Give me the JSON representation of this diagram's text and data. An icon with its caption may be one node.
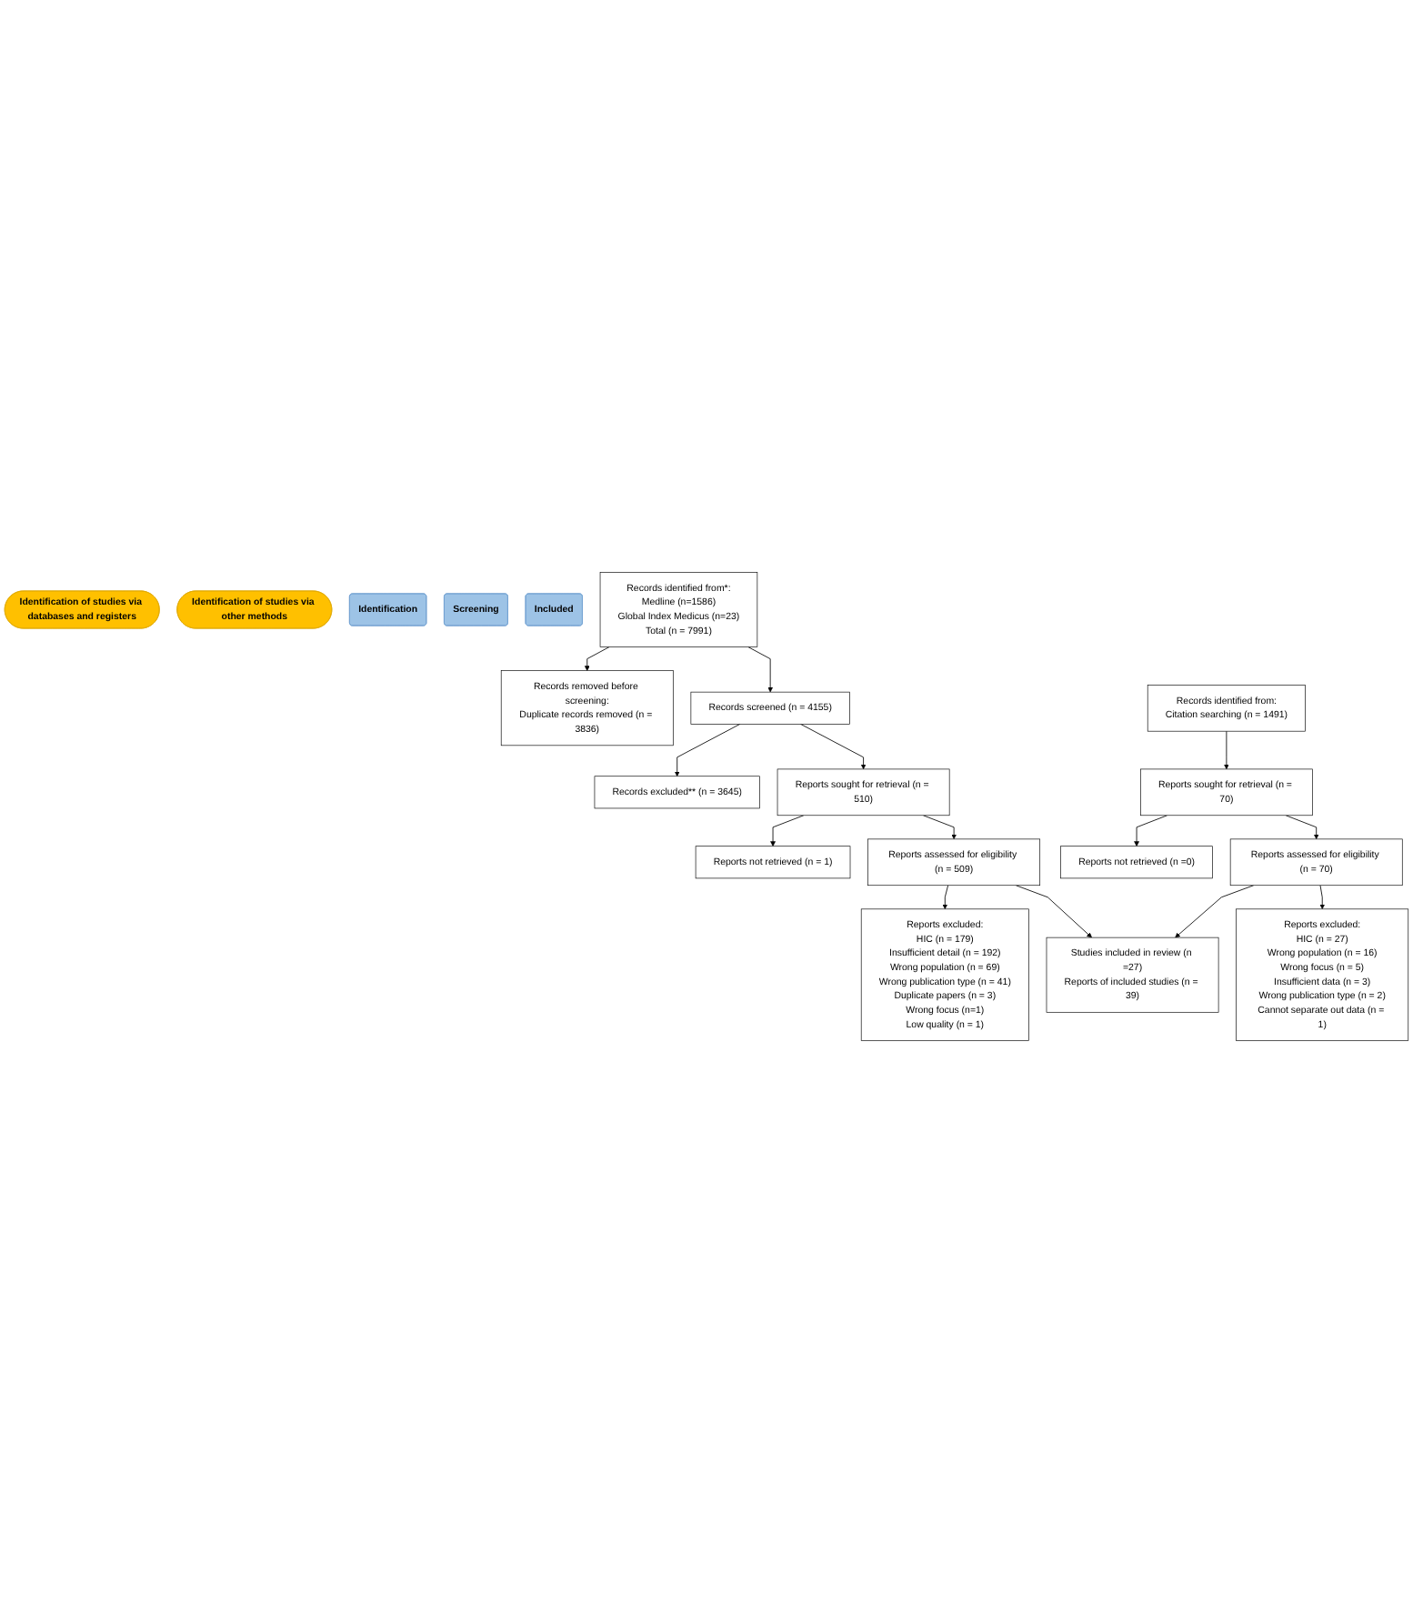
{
  "diagram": {
    "nodes": [
      {
        "text": [
          "Identification of studies via databases and registers"
        ]
      },
      {
        "text": [
          "Identification of studies via other methods"
        ]
      },
      {
        "text": [
          "Identification"
        ]
      },
      {
        "text": [
          "Screening"
        ]
      },
      {
        "text": [
          "Included"
        ]
      },
      {
        "text": [
          "Records identified from*:",
          "Medline (n=1586)",
          "Global Index Medicus (n=23)",
          "Total (n = 7991)"
        ]
      },
      {
        "text": [
          "Records removed before screening:",
          "Duplicate records removed (n = 3836)"
        ]
      },
      {
        "text": [
          "Records screened (n = 4155)"
        ]
      },
      {
        "text": [
          "Records excluded** (n = 3645)"
        ]
      },
      {
        "text": [
          "Reports sought for retrieval (n = 510)"
        ]
      },
      {
        "text": [
          "Reports not retrieved (n = 1)"
        ]
      },
      {
        "text": [
          "Reports assessed for eligibility (n = 509)"
        ]
      },
      {
        "text": [
          "Reports excluded:",
          "HIC (n = 179)",
          "Insufficient detail (n = 192)",
          "Wrong population (n = 69)",
          "Wrong publication type (n = 41)",
          "Duplicate papers (n = 3)",
          "Wrong focus (n=1)",
          "Low quality (n = 1)"
        ]
      },
      {
        "text": [
          "Studies included in review (n =27)",
          "Reports of included studies (n = 39)"
        ]
      },
      {
        "text": [
          "Records identified from:",
          "Citation searching (n = 1491)"
        ]
      },
      {
        "text": [
          "Reports sought for retrieval (n = 70)"
        ]
      },
      {
        "text": [
          "Reports not retrieved (n =0)"
        ]
      },
      {
        "text": [
          "Reports assessed for eligibility (n = 70)"
        ]
      },
      {
        "text": [
          "Reports excluded:",
          "HIC (n = 27)",
          "Wrong population (n = 16)",
          "Wrong focus (n = 5)",
          "Insufficient data (n = 3)",
          "Wrong publication type (n = 2)",
          "Cannot separate out data (n = 1)"
        ]
      }
    ],
    "edges": [
      {
        "from": 5,
        "to": 6,
        "arrow": "to"
      },
      {
        "from": 5,
        "to": 7,
        "arrow": "to"
      },
      {
        "from": 7,
        "to": 8,
        "arrow": "to"
      },
      {
        "from": 7,
        "to": 9,
        "arrow": "to"
      },
      {
        "from": 9,
        "to": 10,
        "arrow": "to"
      },
      {
        "from": 9,
        "to": 11,
        "arrow": "to"
      },
      {
        "from": 11,
        "to": 12,
        "arrow": "to"
      },
      {
        "from": 11,
        "to": 13,
        "arrow": "to"
      },
      {
        "from": 14,
        "to": 15,
        "arrow": "to"
      },
      {
        "from": 15,
        "to": 16,
        "arrow": "to"
      },
      {
        "from": 15,
        "to": 17,
        "arrow": "to"
      },
      {
        "from": 17,
        "to": 18,
        "arrow": "to"
      },
      {
        "from": 17,
        "to": 13,
        "arrow": "to"
      }
    ]
  }
}
